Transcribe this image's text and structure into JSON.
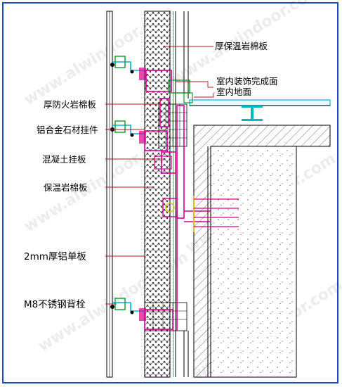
{
  "labels": {
    "thick_insulation_rock_wool": "厚保温岩棉板",
    "indoor_finish_surface": "室内装饰完成面",
    "indoor_floor": "室内地面",
    "fireproof_rock_wool": "厚防火岩棉板",
    "aluminum_stone_hanger": "铝合金石材挂件",
    "concrete_hanging_board": "混凝土挂板",
    "insulation_rock_wool": "保温岩棉板",
    "aluminum_panel_2mm": "2mm厚铝单板",
    "m8_stainless_bolt": "M8不锈钢背栓"
  },
  "watermark": "www.alwindoor.com",
  "colors": {
    "frame": "#1c49c9",
    "leader": "#c1121f",
    "magenta": "#d6008f",
    "cyan": "#00b7c7",
    "green": "#0a9b2a",
    "yellow": "#e0c000"
  }
}
